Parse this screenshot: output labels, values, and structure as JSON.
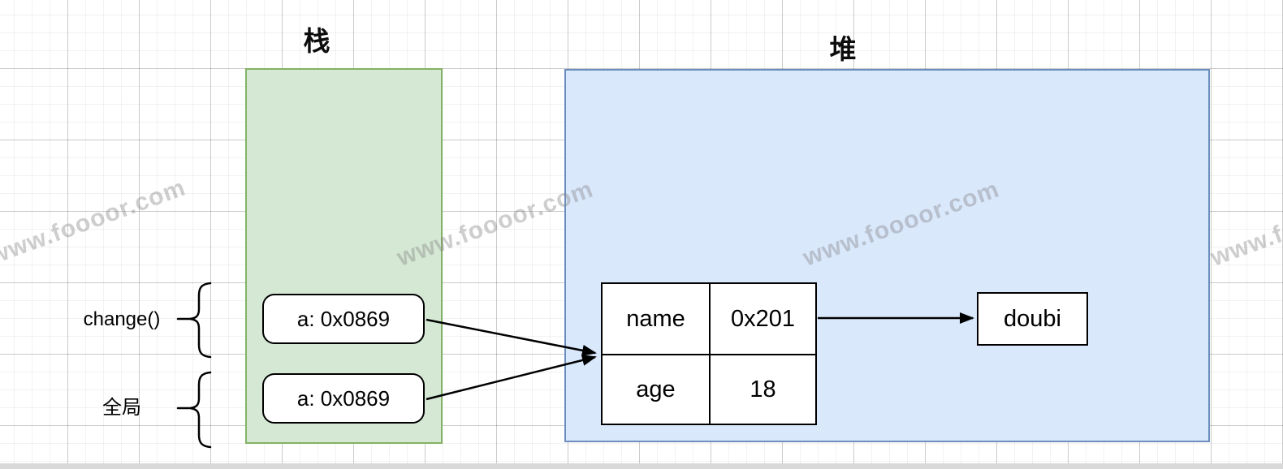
{
  "diagram": {
    "stack": {
      "title": "栈",
      "frames": [
        {
          "label": "change()",
          "variable": "a: 0x0869"
        },
        {
          "label": "全局",
          "variable": "a: 0x0869"
        }
      ]
    },
    "heap": {
      "title": "堆",
      "object_table": {
        "rows": [
          {
            "field": "name",
            "value": "0x201"
          },
          {
            "field": "age",
            "value": "18"
          }
        ]
      },
      "referenced_value": "doubi"
    }
  },
  "watermark": {
    "text": "www.foooor.com"
  },
  "colors": {
    "stack_fill": "#d5e8d4",
    "stack_border": "#82b366",
    "heap_fill": "#dae8fc",
    "heap_border": "#6c8ebf",
    "shape_fill": "#ffffff",
    "shape_border": "#000000",
    "grid_minor": "#f2f2f2",
    "grid_major": "#d6d6d6"
  }
}
